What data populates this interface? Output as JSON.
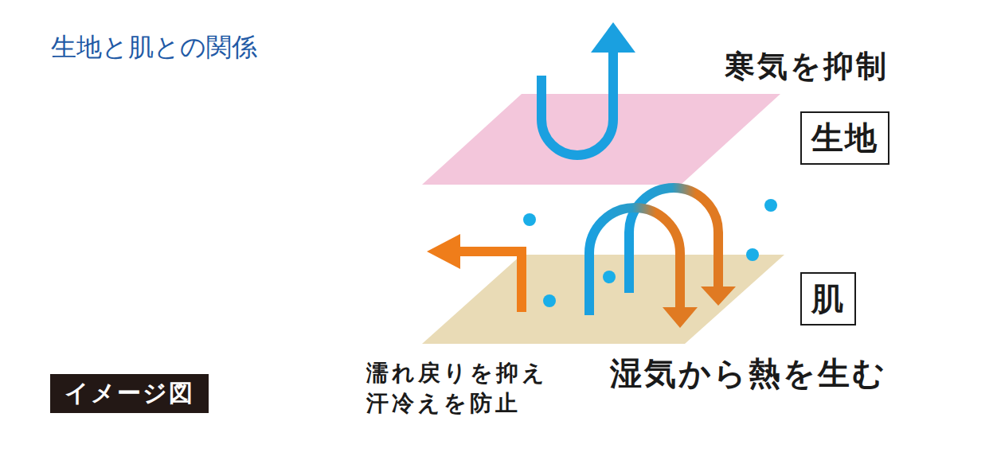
{
  "diagram": {
    "title": "生地と肌との関係",
    "nodes": [
      {
        "text": [
          "生地"
        ]
      },
      {
        "text": [
          "肌"
        ]
      },
      {
        "text": [
          "イメージ図"
        ]
      }
    ],
    "labels": [
      "寒気を抑制",
      "濡れ戻りを抑え 汗冷えを防止",
      "湿気から熱を生む"
    ]
  }
}
